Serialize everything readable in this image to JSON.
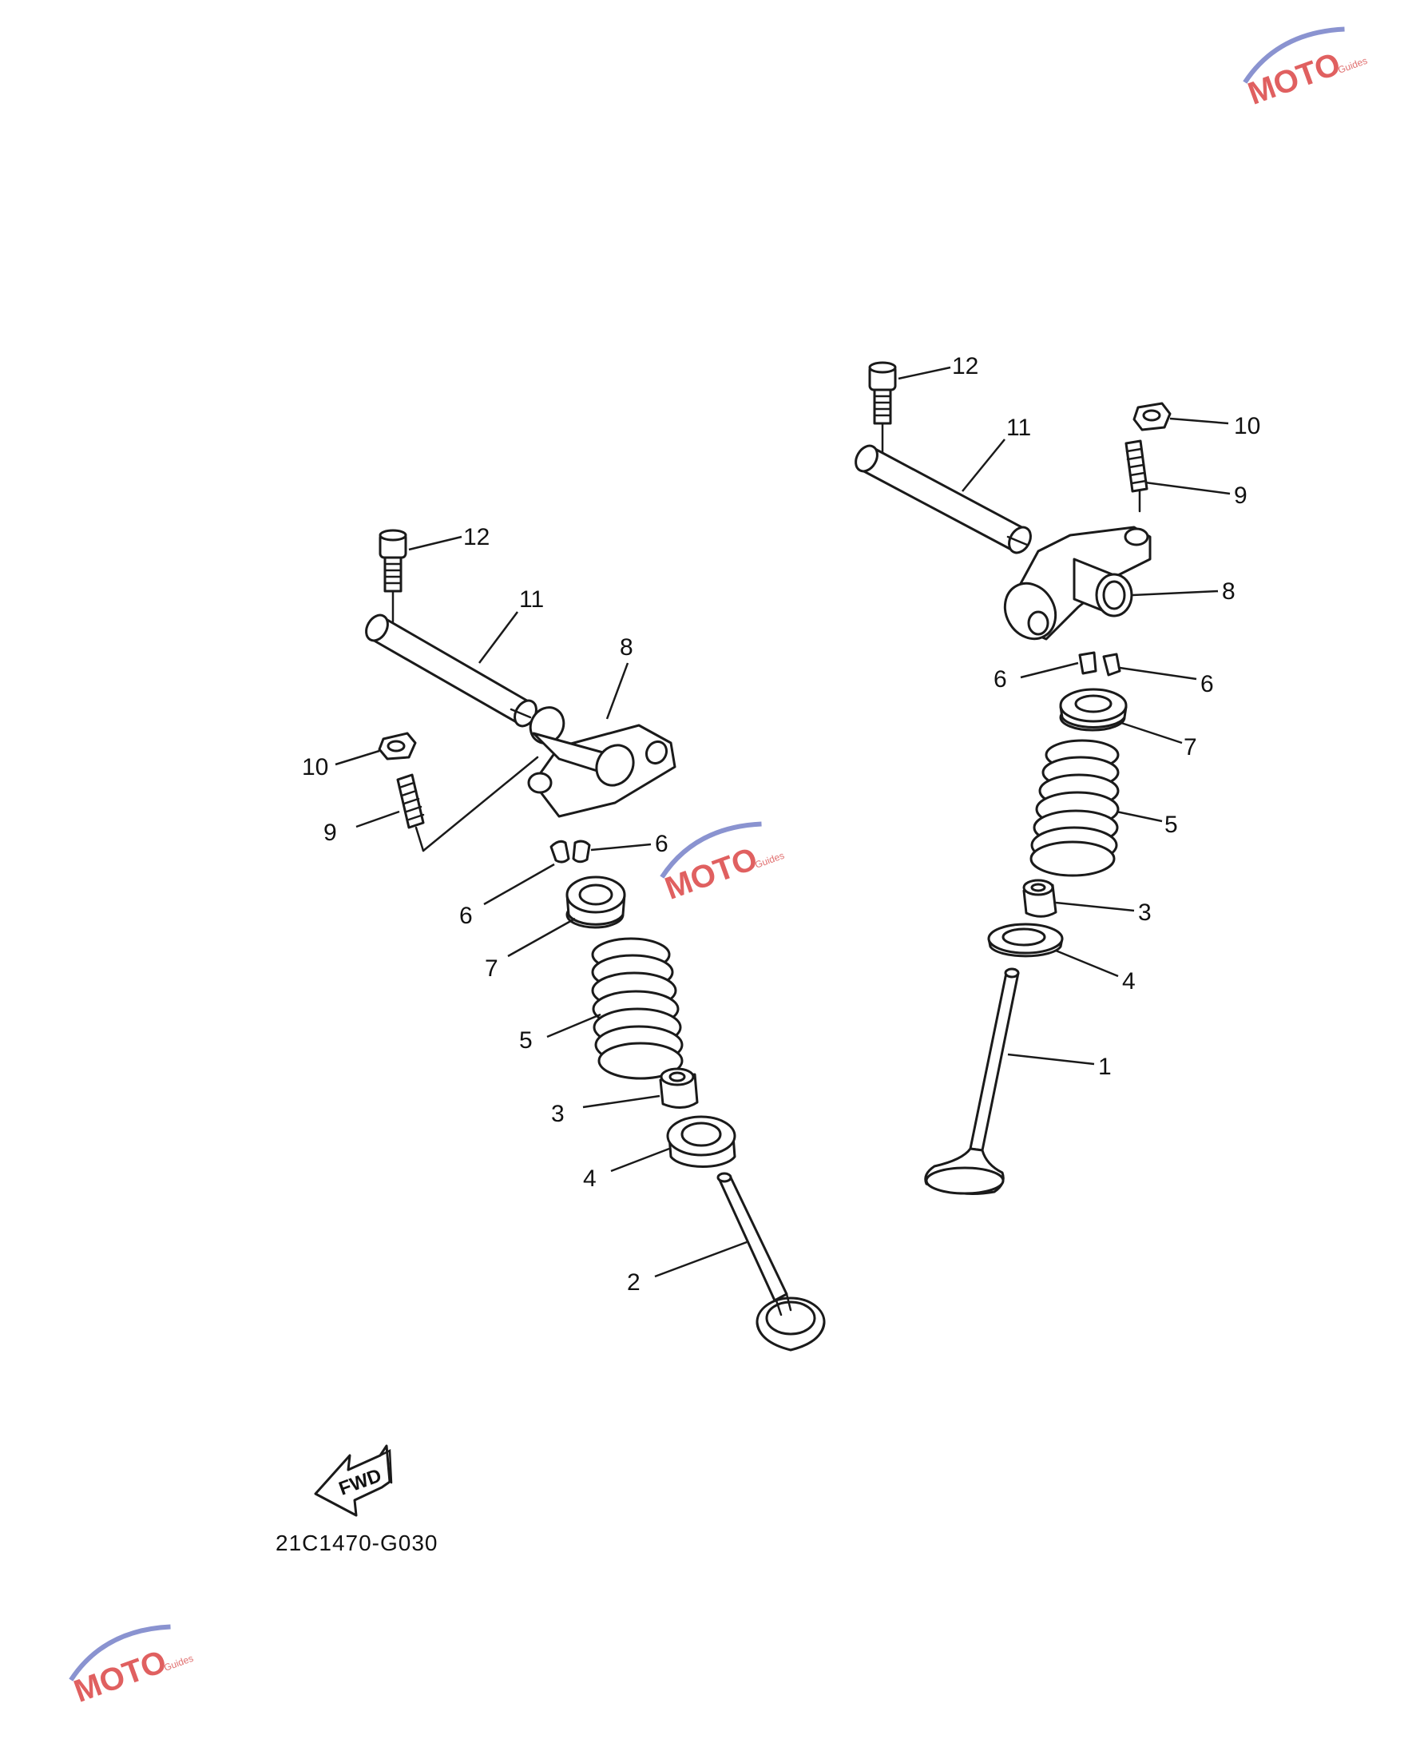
{
  "diagram": {
    "part_code": "21C1470-G030",
    "fwd_label": "FWD",
    "callouts": {
      "left": {
        "c12": "12",
        "c11": "11",
        "c8": "8",
        "c10": "10",
        "c9": "9",
        "c6a": "6",
        "c6b": "6",
        "c7": "7",
        "c5": "5",
        "c3": "3",
        "c4": "4",
        "c2": "2"
      },
      "right": {
        "c12": "12",
        "c11": "11",
        "c10": "10",
        "c9": "9",
        "c8": "8",
        "c6a": "6",
        "c6b": "6",
        "c7": "7",
        "c5": "5",
        "c3": "3",
        "c4": "4",
        "c1": "1"
      }
    }
  },
  "watermark": {
    "brand_letters": "MOTO",
    "small_text": "Guides",
    "accent_red": "#e04848",
    "accent_blue": "#7a86c8"
  }
}
